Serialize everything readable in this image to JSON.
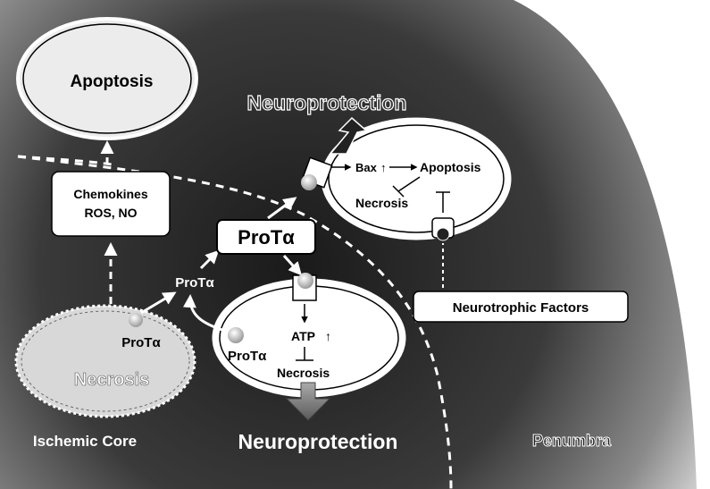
{
  "labels": {
    "apoptosis_top": "Apoptosis",
    "neuroprotection_top": "Neuroprotection",
    "chemokines_line1": "Chemokines",
    "chemokines_line2": "ROS, NO",
    "prota_center": "ProTα",
    "prota_small": "ProTα",
    "prota_in_necrosis": "ProTα",
    "prota_near_cell": "ProTα",
    "bax": "Bax",
    "apoptosis_cell": "Apoptosis",
    "necrosis_cell_top": "Necrosis",
    "atp": "ATP",
    "necrosis_cell_bottom": "Necrosis",
    "necrosis_core": "Necrosis",
    "neurotrophic": "Neurotrophic Factors",
    "ischemic_core": "Ischemic Core",
    "neuroprotection_bottom": "Neuroprotection",
    "penumbra": "Penumbra"
  },
  "colors": {
    "background_dark": "#141414",
    "background_light": "#d9d9d9",
    "node_fill": "#ffffff",
    "outline": "#000000"
  }
}
